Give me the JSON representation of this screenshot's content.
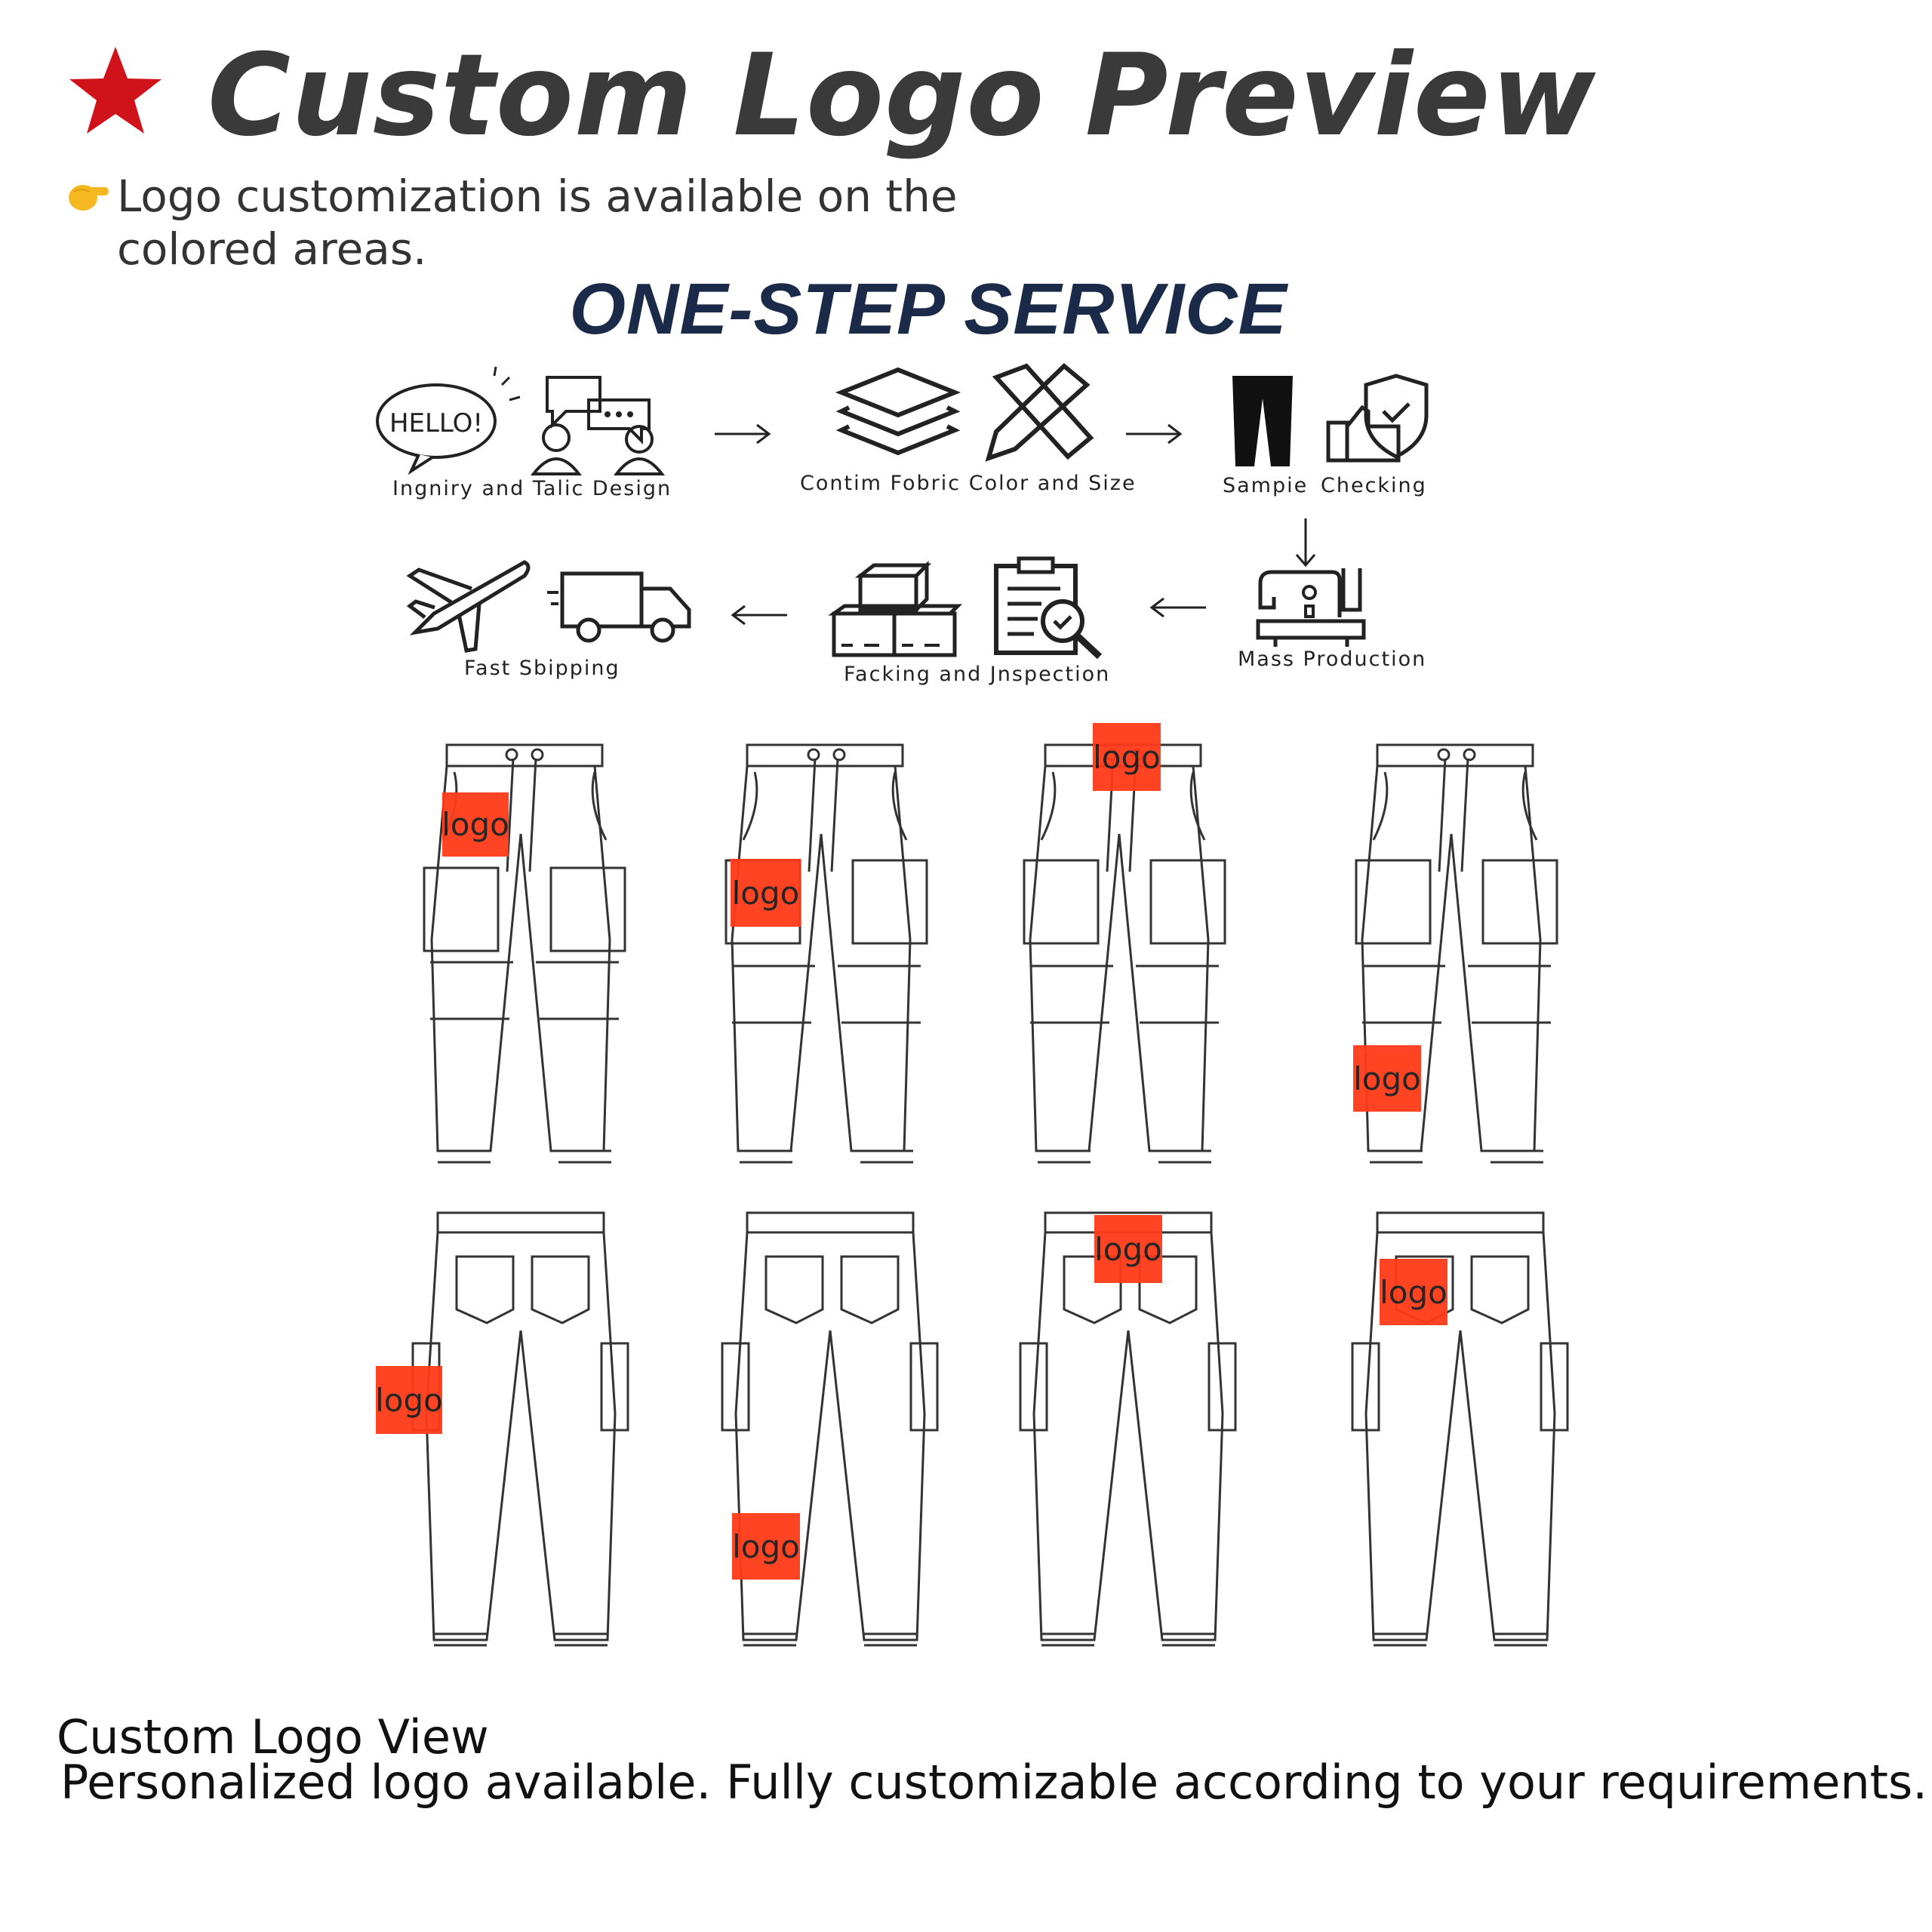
{
  "header": {
    "title": "Custom Logo Preview",
    "note": "Logo customization is available on the colored areas."
  },
  "service": {
    "heading": "ONE-STEP SERVICE",
    "hello_bubble": "HELLO!",
    "steps": [
      {
        "label": "Ingniry and Talic Design"
      },
      {
        "label": "Contim Fobric Color and Size"
      },
      {
        "label": "Sampie"
      },
      {
        "label": "Checking"
      },
      {
        "label": "Mass Production"
      },
      {
        "label": "Facking and Jnspection"
      },
      {
        "label": "Fast Sbipping"
      }
    ]
  },
  "logo_tag": "logo",
  "caption": {
    "title": "Custom Logo View",
    "text": "Personalized logo available. Fully customizable according to your requirements."
  },
  "colors": {
    "logo_box": "#ff3b19",
    "star": "#d0121b",
    "heading_navy": "#1c2a4a"
  }
}
